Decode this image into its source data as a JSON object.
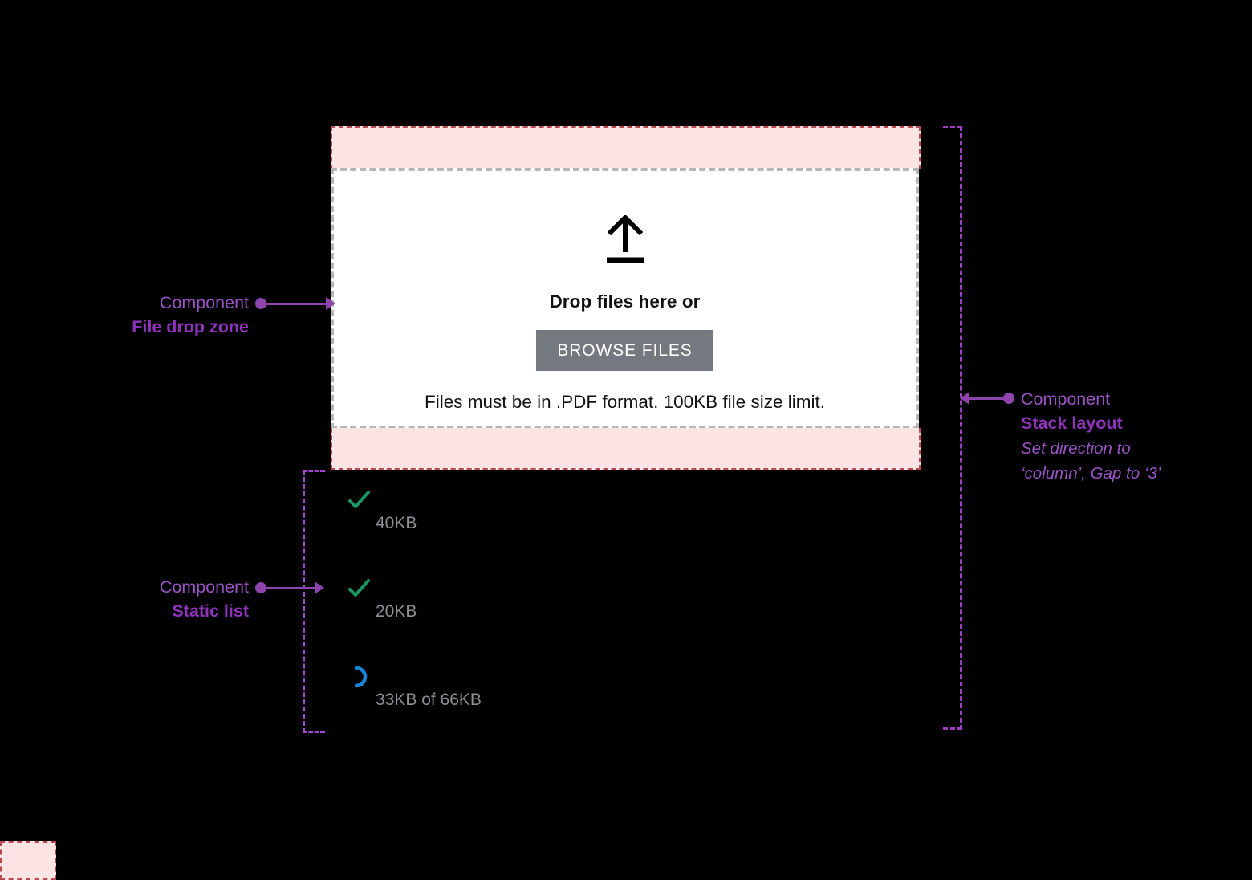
{
  "drop_zone": {
    "icon": "upload-arrow-icon",
    "title": "Drop files here or",
    "browse_button_label": "BROWSE FILES",
    "hint": "Files must be in .PDF format. 100KB file size limit."
  },
  "static_list": {
    "items": [
      {
        "status_icon": "check-icon",
        "status": "complete",
        "size": "40KB"
      },
      {
        "status_icon": "check-icon",
        "status": "complete",
        "size": "20KB"
      },
      {
        "status_icon": "spinner-icon",
        "status": "uploading",
        "size": "33KB of 66KB"
      }
    ]
  },
  "annotations": {
    "file_drop_zone": {
      "kind": "Component",
      "name": "File drop zone"
    },
    "static_list": {
      "kind": "Component",
      "name": "Static list"
    },
    "stack_layout": {
      "kind": "Component",
      "name": "Stack layout",
      "note_line_1": "Set direction to",
      "note_line_2": "‘column’, Gap to ‘3’"
    }
  },
  "colors": {
    "annotation_purple": "#8e44ad",
    "padding_pink_fill": "#fce3e4",
    "padding_pink_border": "#b94a50",
    "drop_zone_border": "#b6b6b6",
    "browse_button_bg": "#74787f",
    "success_green": "#1a9463",
    "spinner_blue": "#1a86d8",
    "size_text_gray": "#8d8f93"
  }
}
